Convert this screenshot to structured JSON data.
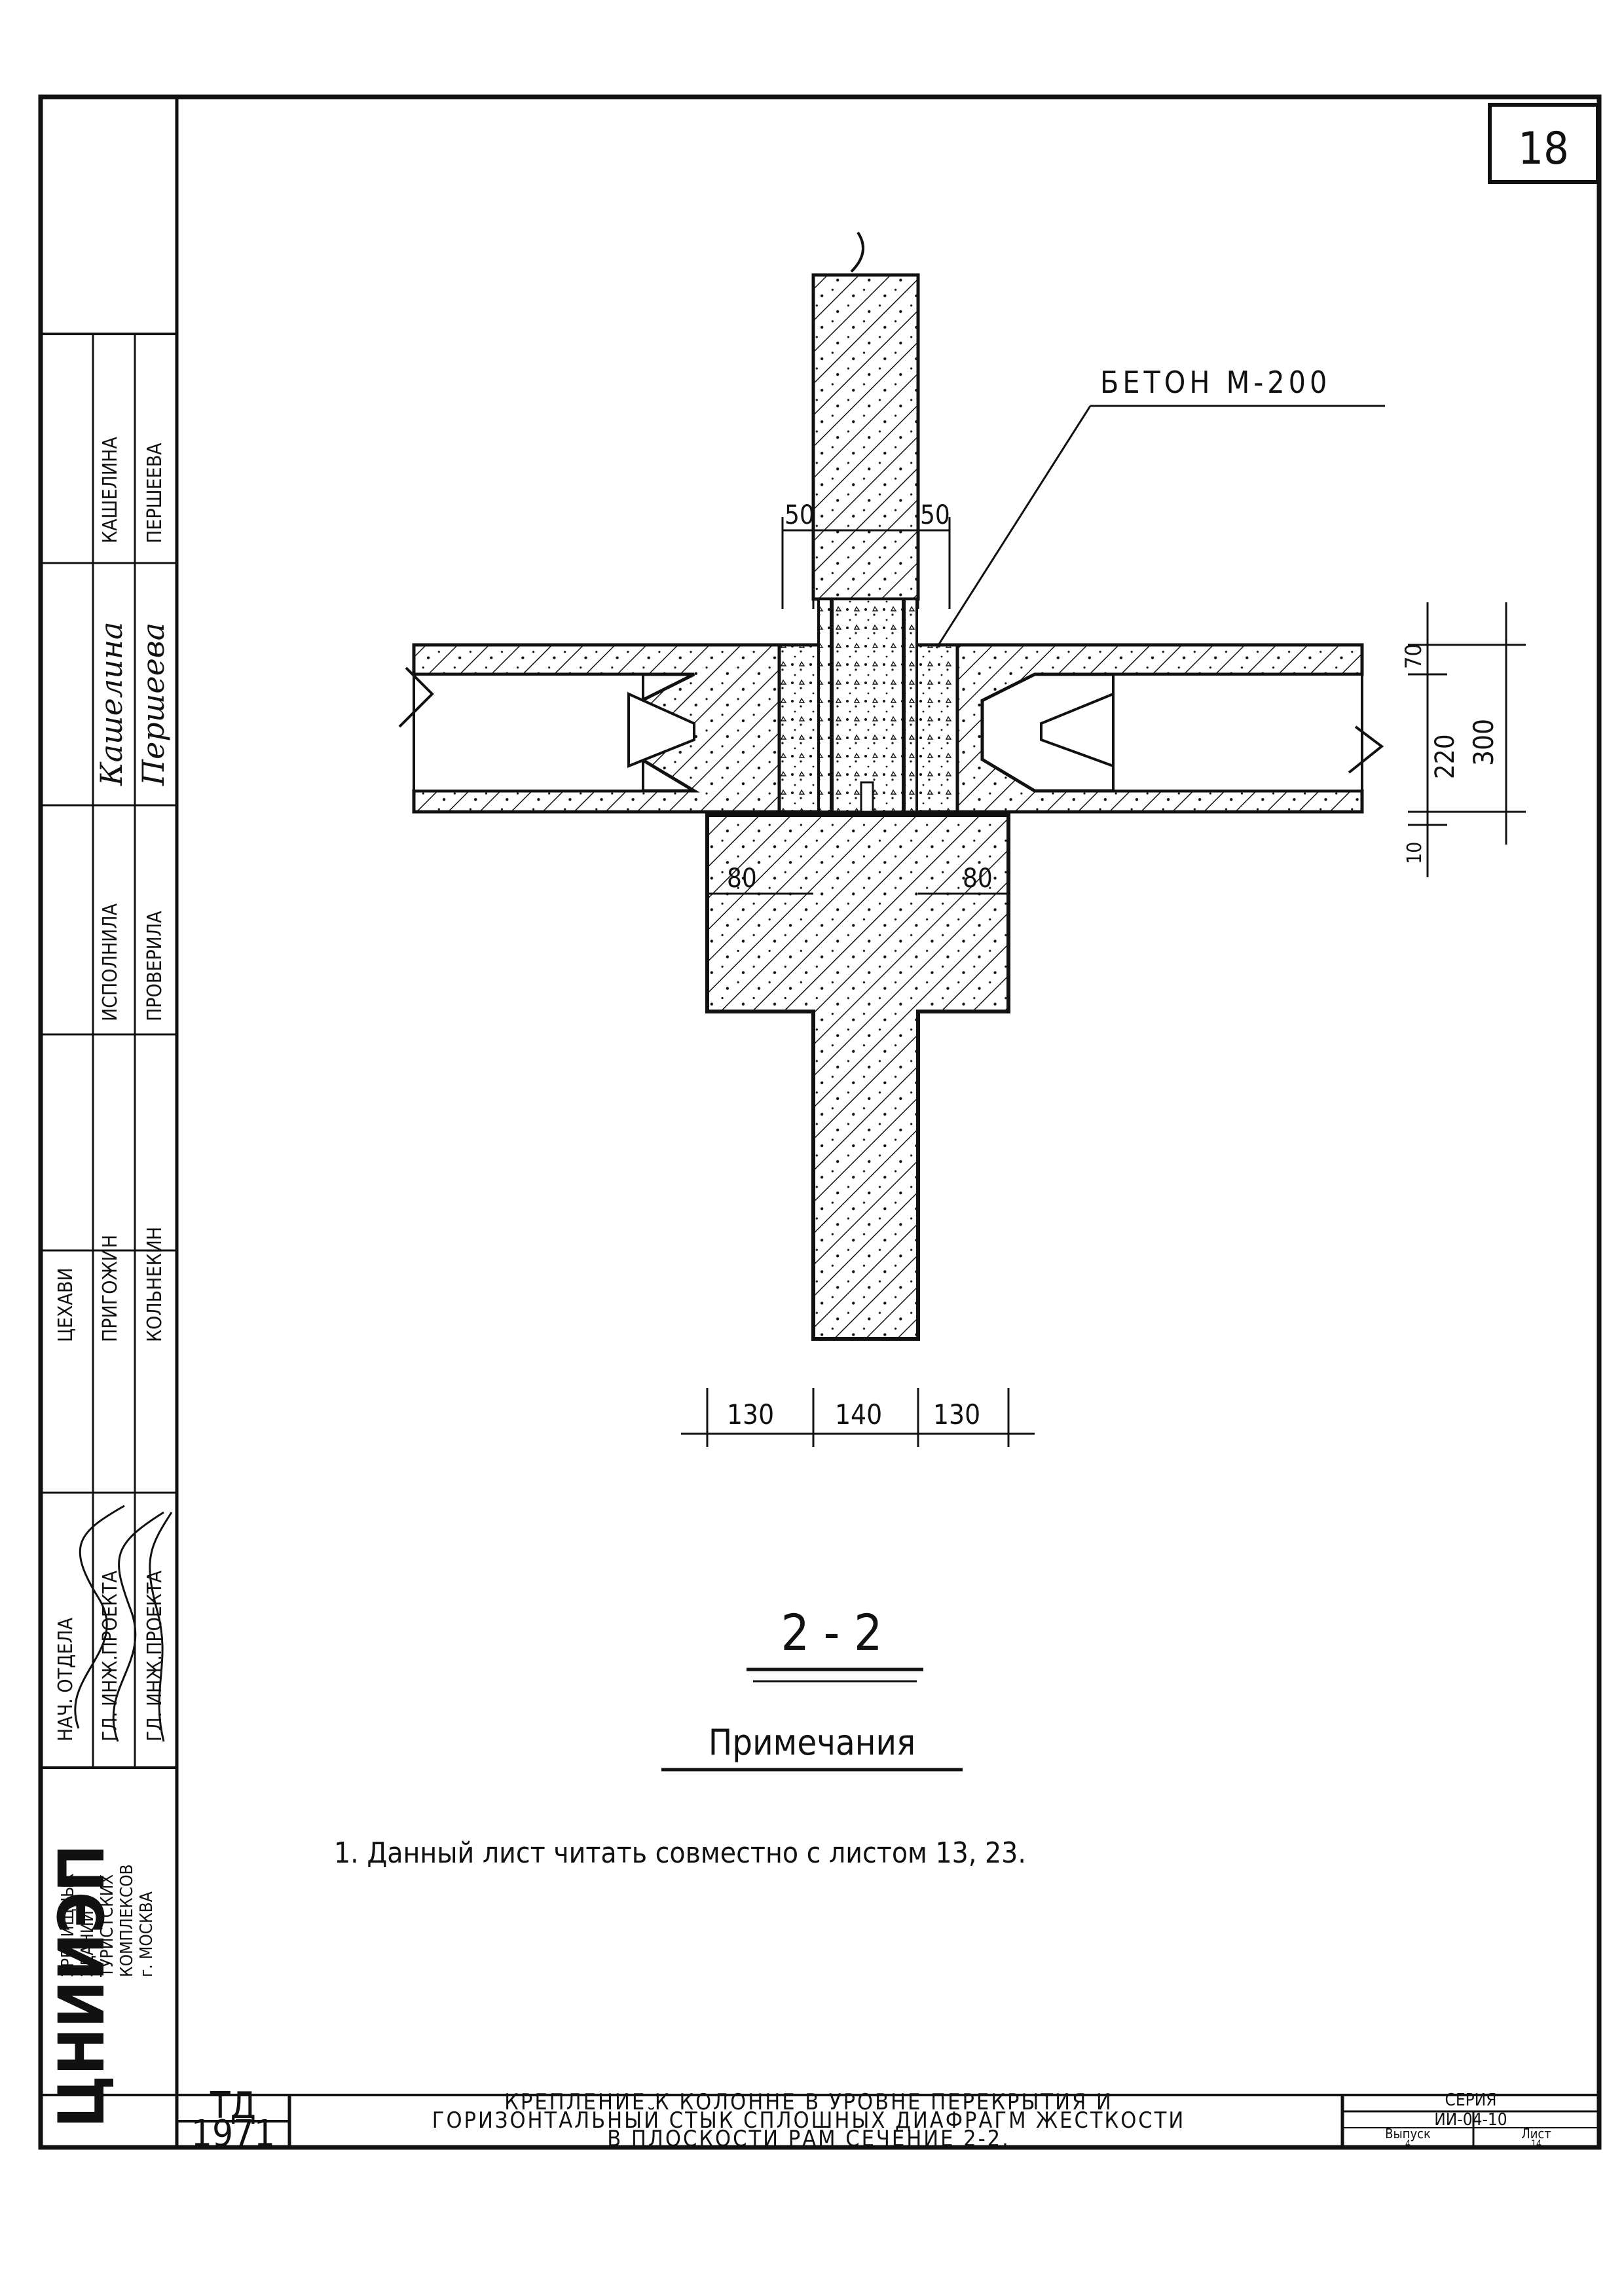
{
  "sheet": {
    "page_number": "18",
    "section_title": "2 - 2",
    "notes_heading": "Примечания",
    "note_1": "1. Данный лист читать совместно с листом 13, 23.",
    "concrete_callout": "БЕТОН М-200",
    "dims": {
      "gap_left": "50",
      "gap_right": "50",
      "ledge_left": "80",
      "ledge_right": "80",
      "top_layer": "70",
      "slab_inner": "220",
      "bottom_layer": "10",
      "slab_total": "300",
      "bottom_left": "130",
      "bottom_mid": "140",
      "bottom_right": "130"
    }
  },
  "sidebar": {
    "org_logo": "ЦНИИЭП",
    "org_text": [
      "ЗРЕЛИЩНЫХ",
      "ЗДАНИЙ,",
      "ТУРИСТСКИХ",
      "КОМПЛЕКСОВ",
      "г. МОСКВА"
    ],
    "roles": [
      "НАЧ. ОТДЕЛА",
      "ГЛ. ИНЖ.ПРОЕКТА",
      "ГЛ. ИНЖ.ПРОЕКТА",
      "ЦЕХАВИ",
      "ПРИГОЖИН",
      "КОЛЬНЕКИН",
      "ИСПОЛНИЛА",
      "ПРОВЕРИЛА",
      "КАШЕЛИНА",
      "ПЕРШЕЕВА"
    ],
    "signatures": [
      "Кашелина",
      "Першеева"
    ]
  },
  "title_block": {
    "code": "ТД",
    "year": "1971",
    "title_line1": "КРЕПЛЕНИЕ К КОЛОННЕ В УРОВНЕ ПЕРЕКРЫТИЯ И",
    "title_line2": "ГОРИЗОНТАЛЬНЫЙ СТЫК СПЛОШНЫХ ДИАФРАГМ ЖЕСТКОСТИ",
    "title_line3": "В ПЛОСКОСТИ РАМ    СЕЧЕНИЕ 2-2.",
    "series_label": "СЕРИЯ",
    "series_value": "ИИ-04-10",
    "issue_label": "Выпуск",
    "issue_value": "4",
    "sheet_label": "Лист",
    "sheet_value": "14"
  }
}
